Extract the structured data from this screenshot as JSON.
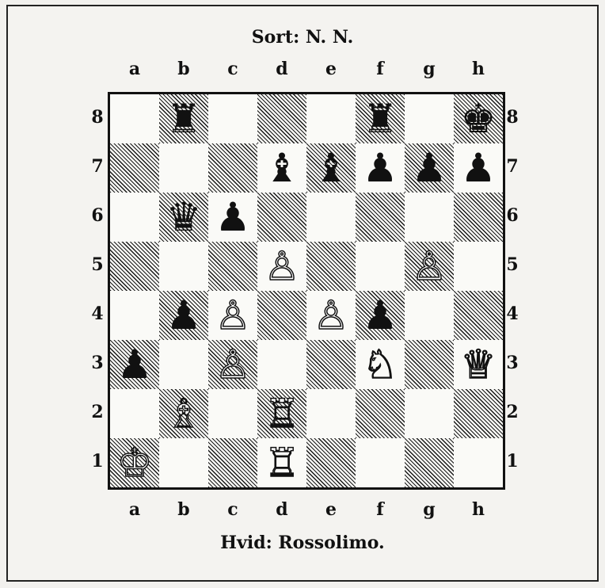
{
  "captions": {
    "black_player": "Sort: N. N.",
    "white_player": "Hvid: Rossolimo."
  },
  "files": [
    "a",
    "b",
    "c",
    "d",
    "e",
    "f",
    "g",
    "h"
  ],
  "ranks": [
    "8",
    "7",
    "6",
    "5",
    "4",
    "3",
    "2",
    "1"
  ],
  "pieces": [
    {
      "square": "b8",
      "color": "black",
      "type": "rook",
      "glyph": "♜"
    },
    {
      "square": "f8",
      "color": "black",
      "type": "rook",
      "glyph": "♜"
    },
    {
      "square": "h8",
      "color": "black",
      "type": "king",
      "glyph": "♚"
    },
    {
      "square": "d7",
      "color": "black",
      "type": "bishop",
      "glyph": "♝"
    },
    {
      "square": "e7",
      "color": "black",
      "type": "bishop",
      "glyph": "♝"
    },
    {
      "square": "f7",
      "color": "black",
      "type": "pawn",
      "glyph": "♟"
    },
    {
      "square": "g7",
      "color": "black",
      "type": "pawn",
      "glyph": "♟"
    },
    {
      "square": "h7",
      "color": "black",
      "type": "pawn",
      "glyph": "♟"
    },
    {
      "square": "b6",
      "color": "black",
      "type": "queen",
      "glyph": "♛"
    },
    {
      "square": "c6",
      "color": "black",
      "type": "pawn",
      "glyph": "♟"
    },
    {
      "square": "d5",
      "color": "white",
      "type": "pawn",
      "glyph": "♙"
    },
    {
      "square": "g5",
      "color": "white",
      "type": "pawn",
      "glyph": "♙"
    },
    {
      "square": "b4",
      "color": "black",
      "type": "pawn",
      "glyph": "♟"
    },
    {
      "square": "c4",
      "color": "white",
      "type": "pawn",
      "glyph": "♙"
    },
    {
      "square": "e4",
      "color": "white",
      "type": "pawn",
      "glyph": "♙"
    },
    {
      "square": "f4",
      "color": "black",
      "type": "pawn",
      "glyph": "♟"
    },
    {
      "square": "a3",
      "color": "black",
      "type": "pawn",
      "glyph": "♟"
    },
    {
      "square": "c3",
      "color": "white",
      "type": "pawn",
      "glyph": "♙"
    },
    {
      "square": "f3",
      "color": "white",
      "type": "knight",
      "glyph": "♘"
    },
    {
      "square": "h3",
      "color": "white",
      "type": "queen",
      "glyph": "♕"
    },
    {
      "square": "b2",
      "color": "white",
      "type": "bishop",
      "glyph": "♗"
    },
    {
      "square": "d2",
      "color": "white",
      "type": "rook",
      "glyph": "♖"
    },
    {
      "square": "a1",
      "color": "white",
      "type": "king",
      "glyph": "♔"
    },
    {
      "square": "d1",
      "color": "white",
      "type": "rook",
      "glyph": "♖"
    }
  ]
}
